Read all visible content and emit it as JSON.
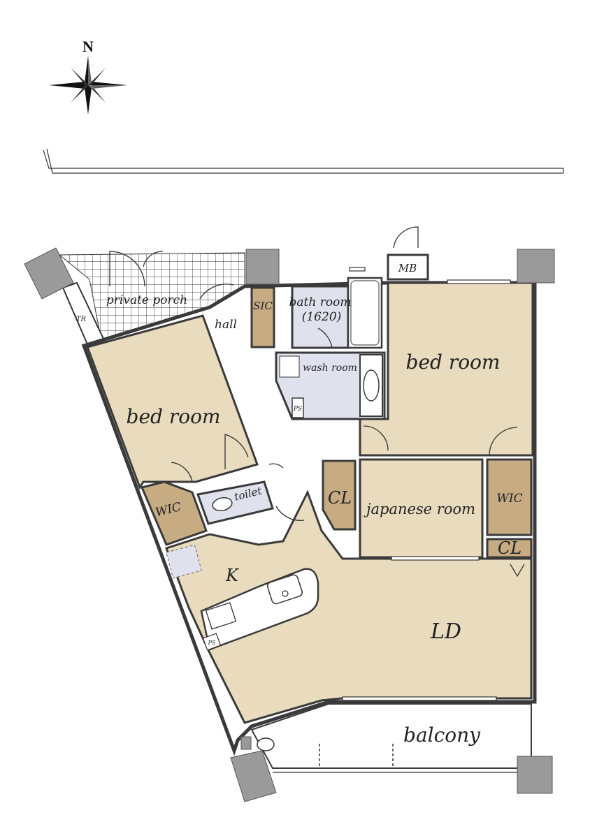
{
  "compass": {
    "north_label": "N"
  },
  "rooms": {
    "private_porch": "private porch",
    "tr": "TR",
    "hall": "hall",
    "sic": "SIC",
    "bath_room": "bath room",
    "bath_size": "(1620)",
    "mb": "MB",
    "wash_room": "wash room",
    "ps_wash": "PS",
    "bed_room_left": "bed room",
    "bed_room_right": "bed room",
    "wic_left": "WIC",
    "toilet": "toilet",
    "cl_center": "CL",
    "japanese_room": "japanese room",
    "wic_right": "WIC",
    "cl_right": "CL",
    "kitchen": "K",
    "ps_kitchen": "PS",
    "ld": "LD",
    "balcony": "balcony"
  },
  "colors": {
    "room_fill": "#e9dbbd",
    "closet_fill": "#c6ab83",
    "wet_fill": "#dfe2ec",
    "column_fill": "#9a9a9a",
    "wall": "#3a3a3a"
  }
}
